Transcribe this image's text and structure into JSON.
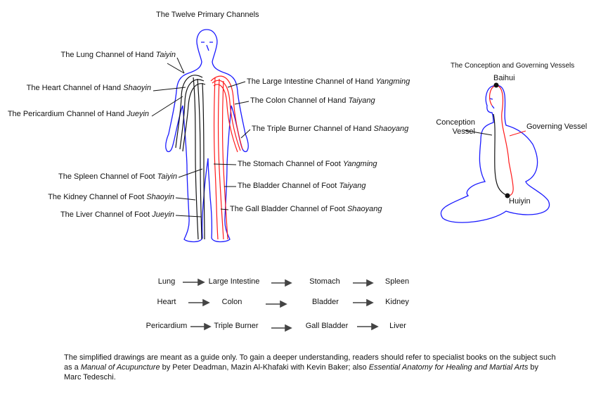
{
  "titles": {
    "main": "The Twelve Primary Channels",
    "vessels": "The Conception and Governing Vessels"
  },
  "left_labels": [
    {
      "prefix": "The Lung Channel of Hand ",
      "term": "Taiyin"
    },
    {
      "prefix": "The Heart Channel of Hand ",
      "term": "Shaoyin"
    },
    {
      "prefix": "The Pericardium Channel of Hand ",
      "term": "Jueyin"
    },
    {
      "prefix": "The Spleen Channel of Foot ",
      "term": "Taiyin"
    },
    {
      "prefix": "The Kidney Channel of Foot ",
      "term": "Shaoyin"
    },
    {
      "prefix": "The Liver Channel of Foot ",
      "term": "Jueyin"
    }
  ],
  "right_labels": [
    {
      "prefix": "The Large Intestine Channel of Hand ",
      "term": "Yangming"
    },
    {
      "prefix": "The Colon Channel of Hand ",
      "term": "Taiyang"
    },
    {
      "prefix": "The Triple Burner Channel of Hand ",
      "term": "Shaoyang"
    },
    {
      "prefix": "The Stomach Channel of Foot ",
      "term": "Yangming"
    },
    {
      "prefix": "The Bladder Channel of Foot ",
      "term": "Taiyang"
    },
    {
      "prefix": "The Gall Bladder Channel of Foot ",
      "term": "Shaoyang"
    }
  ],
  "vessel_labels": {
    "baihui": "Baihui",
    "conception_1": "Conception",
    "conception_2": "Vessel",
    "governing": "Governing Vessel",
    "huiyin": "Huiyin"
  },
  "flow_rows": [
    [
      "Lung",
      "Large Intestine",
      "Stomach",
      "Spleen"
    ],
    [
      "Heart",
      "Colon",
      "Bladder",
      "Kidney"
    ],
    [
      "Pericardium",
      "Triple Burner",
      "Gall Bladder",
      "Liver"
    ]
  ],
  "footer": {
    "p1": "The simplified drawings are meant as a guide only. To gain a deeper understanding, readers should refer to specialist books on the subject such as a ",
    "i1": "Manual of Acupuncture",
    "p2": " by Peter Deadman, Mazin Al-Khafaki with Kevin Baker; also ",
    "i2": "Essential Anatomy for Healing and Martial Arts",
    "p3": " by Marc Tedeschi."
  },
  "colors": {
    "outline": "#1a1aff",
    "yang": "#ff1a1a",
    "yin": "#111111"
  }
}
